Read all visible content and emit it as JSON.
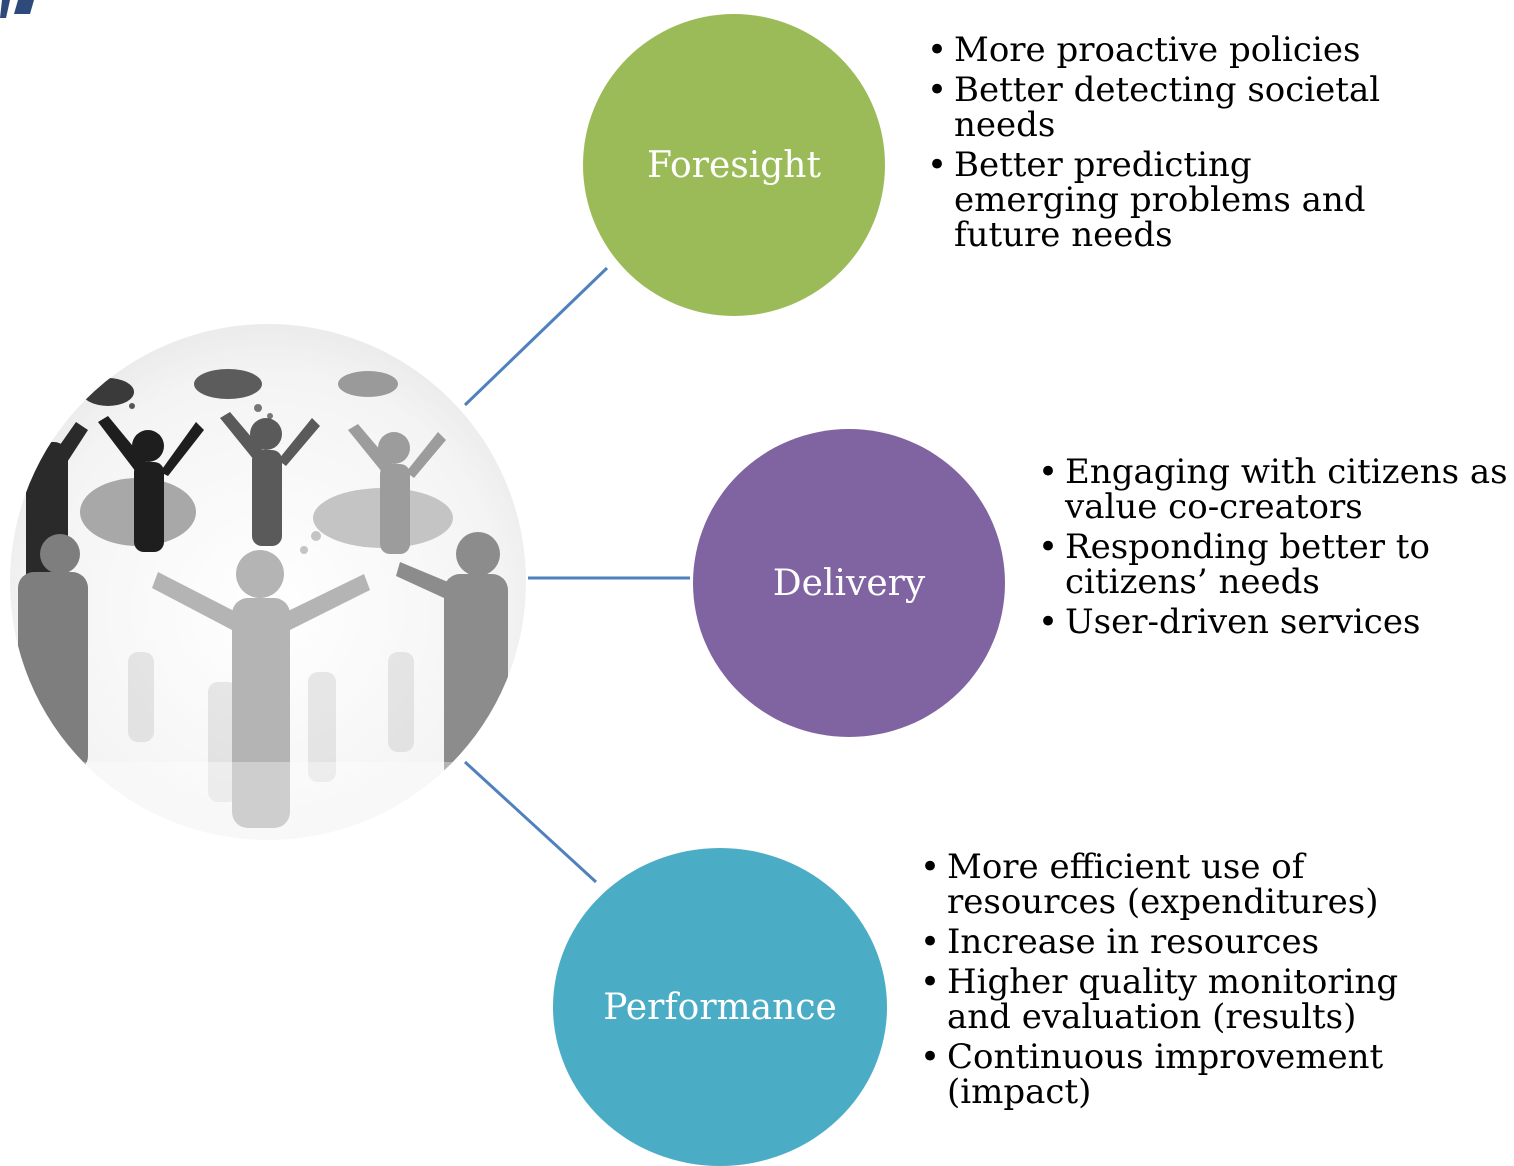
{
  "diagram": {
    "nodes": [
      {
        "label": "Foresight",
        "color": "#9bbb59",
        "items": [
          "More proactive policies",
          "Better detecting societal needs",
          "Better predicting emerging problems and future needs"
        ]
      },
      {
        "label": "Delivery",
        "color": "#8064a2",
        "items": [
          "Engaging with citizens as value co-creators",
          "Responding better to citizens’ needs",
          "User-driven services"
        ]
      },
      {
        "label": "Performance",
        "color": "#4bacc6",
        "items": [
          "More efficient use of resources (expenditures)",
          "Increase in resources",
          "Higher quality monitoring and evaluation (results)",
          "Continuous improvement (impact)"
        ]
      }
    ],
    "connector_color": "#4f81bd",
    "bullet_glyph": "•"
  }
}
